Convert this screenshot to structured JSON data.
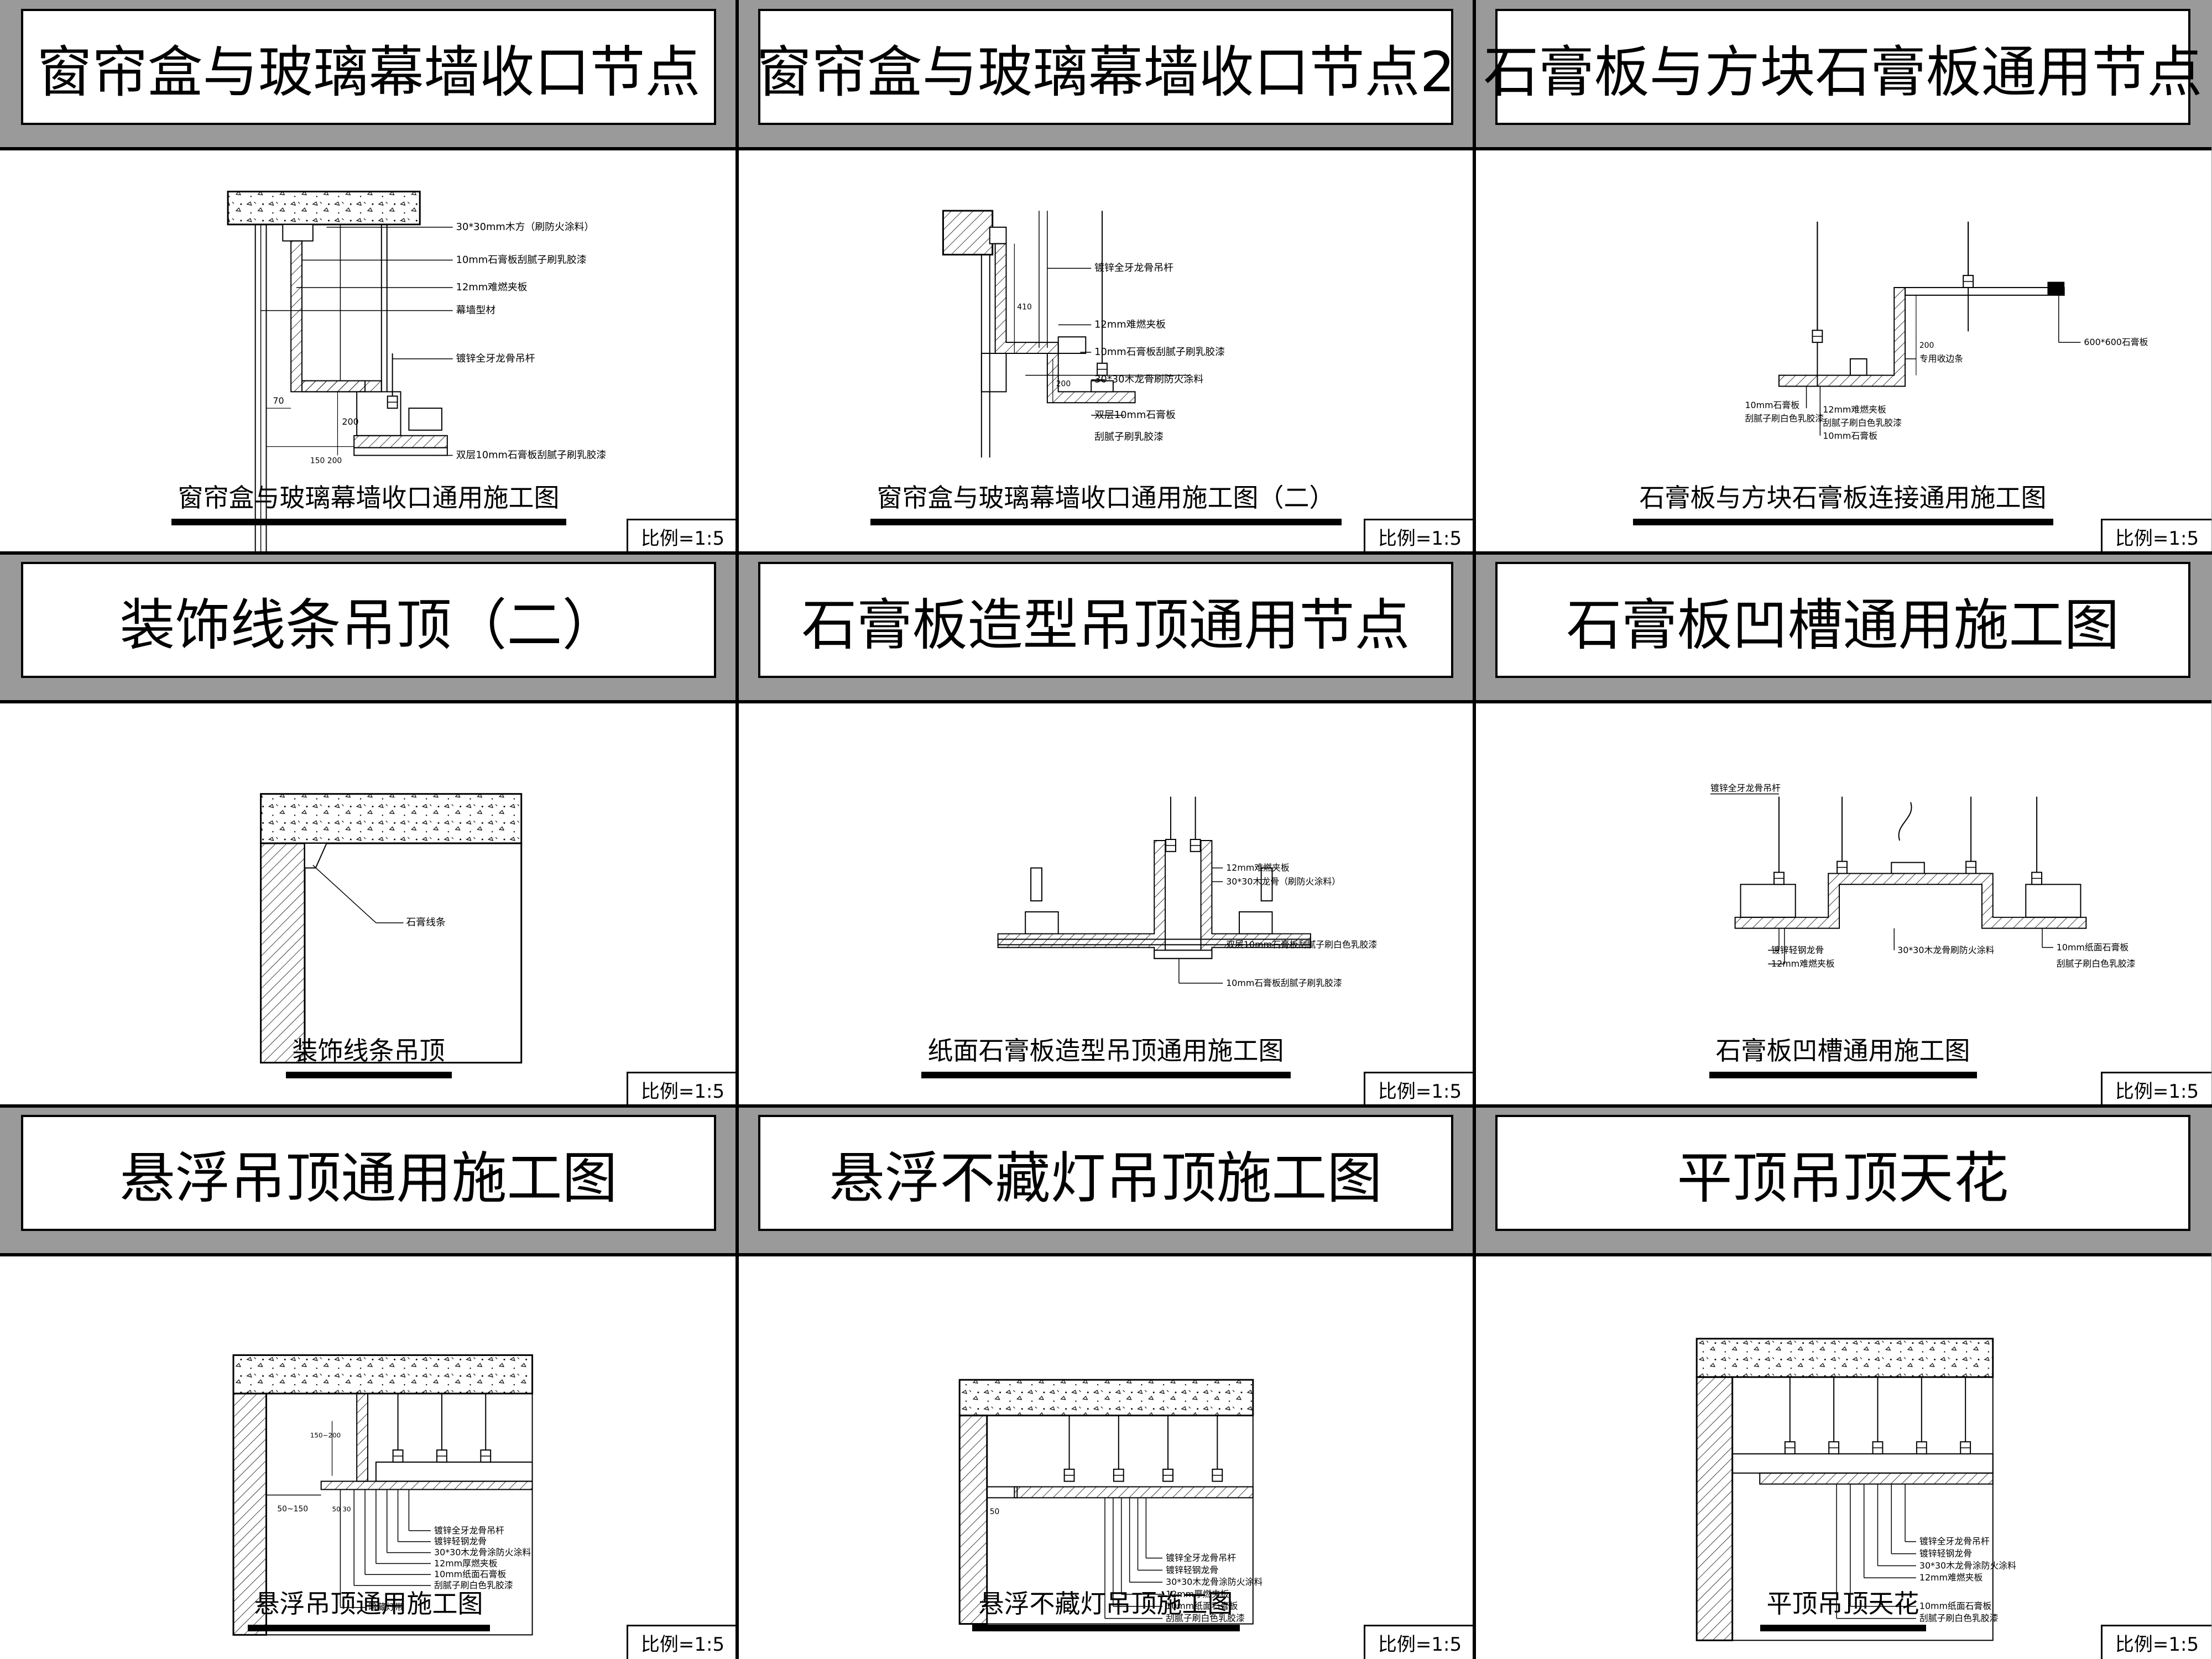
{
  "panels": [
    {
      "title": "窗帘盒与玻璃幕墙收口节点",
      "caption": "窗帘盒与玻璃幕墙收口通用施工图",
      "scale": "比例=1:5",
      "labels": [
        "30*30mm木方（刷防火涂料）",
        "10mm石膏板刮腻子刷乳胶漆",
        "12mm难燃夹板",
        "幕墙型材",
        "镀锌全牙龙骨吊杆",
        "双层10mm石膏板刮腻子刷乳胶漆"
      ],
      "dims": [
        "70",
        "200",
        "150",
        "200"
      ]
    },
    {
      "title": "窗帘盒与玻璃幕墙收口节点2",
      "caption": "窗帘盒与玻璃幕墙收口通用施工图（二）",
      "scale": "比例=1:5",
      "labels": [
        "镀锌全牙龙骨吊杆",
        "12mm难燃夹板",
        "10mm石膏板刮腻子刷乳胶漆",
        "30*30木龙骨刷防火涂料",
        "双层10mm石膏板",
        "刮腻子刷乳胶漆"
      ],
      "dims": [
        "410",
        "200"
      ]
    },
    {
      "title": "石膏板与方块石膏板通用节点",
      "caption": "石膏板与方块石膏板连接通用施工图",
      "scale": "比例=1:5",
      "labels": [
        "600*600石膏板",
        "专用收边条",
        "10mm石膏板",
        "刮腻子刷白色乳胶漆",
        "12mm难燃夹板",
        "刮腻子刷白色乳胶漆",
        "10mm石膏板"
      ],
      "dims": [
        "200"
      ]
    },
    {
      "title": "装饰线条吊顶（二）",
      "caption": "装饰线条吊顶",
      "scale": "比例=1:5",
      "labels": [
        "石膏线条"
      ],
      "dims": []
    },
    {
      "title": "石膏板造型吊顶通用节点",
      "caption": "纸面石膏板造型吊顶通用施工图",
      "scale": "比例=1:5",
      "labels": [
        "12mm难燃夹板",
        "30*30木龙骨（刷防火涂料）",
        "双层10mm石膏板刮腻子刷白色乳胶漆",
        "10mm石膏板刮腻子刷乳胶漆"
      ],
      "dims": []
    },
    {
      "title": "石膏板凹槽通用施工图",
      "caption": "石膏板凹槽通用施工图",
      "scale": "比例=1:5",
      "labels": [
        "镀锌全牙龙骨吊杆",
        "镀锌轻钢龙骨",
        "12mm难燃夹板",
        "30*30木龙骨刷防火涂料",
        "10mm纸面石膏板",
        "刮腻子刷白色乳胶漆"
      ],
      "dims": []
    },
    {
      "title": "悬浮吊顶通用施工图",
      "caption": "悬浮吊顶通用施工图",
      "scale": "比例=1:5",
      "labels": [
        "镀锌全牙龙骨吊杆",
        "镀锌轻钢龙骨",
        "30*30木龙骨涂防火涂料",
        "12mm厚燃夹板",
        "10mm纸面石膏板",
        "刮腻子刷白色乳胶漆",
        "暗藏灯带"
      ],
      "dims": [
        "150~200",
        "50~150",
        "50",
        "30"
      ]
    },
    {
      "title": "悬浮不藏灯吊顶施工图",
      "caption": "悬浮不藏灯吊顶施工图",
      "scale": "比例=1:5",
      "labels": [
        "镀锌全牙龙骨吊杆",
        "镀锌轻钢龙骨",
        "30*30木龙骨涂防火涂料",
        "12mm厚燃夹板",
        "10mm纸面石膏板",
        "刮腻子刷白色乳胶漆"
      ],
      "dims": [
        "50"
      ]
    },
    {
      "title": "平顶吊顶天花",
      "caption": "平顶吊顶天花",
      "scale": "比例=1:5",
      "labels": [
        "镀锌全牙龙骨吊杆",
        "镀锌轻钢龙骨",
        "30*30木龙骨涂防火涂料",
        "12mm难燃夹板",
        "10mm纸面石膏板",
        "刮腻子刷白色乳胶漆"
      ],
      "dims": []
    }
  ]
}
